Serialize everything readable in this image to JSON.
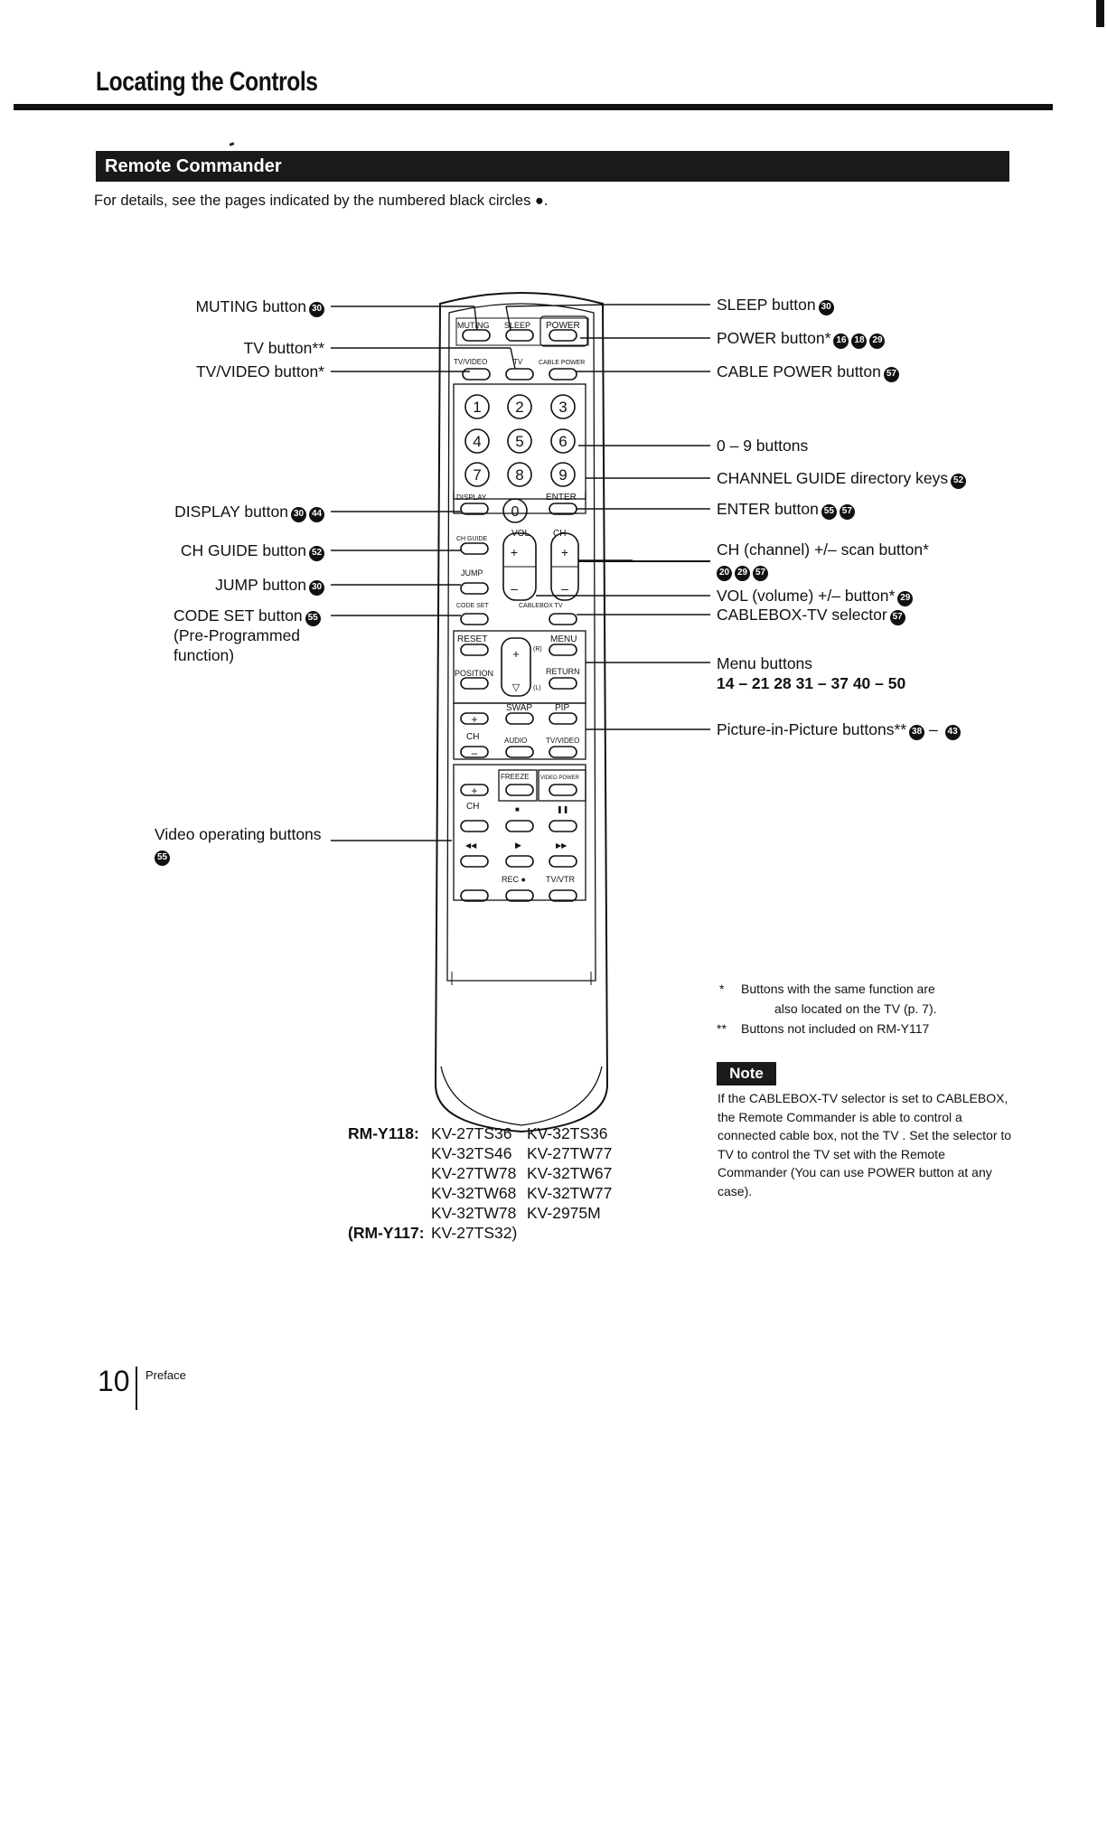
{
  "page": {
    "title": "Locating the Controls",
    "section_title": "Remote Commander",
    "intro": "For details, see the pages indicated by the numbered black circles ●.",
    "page_number": "10",
    "page_section": "Preface"
  },
  "left_callouts": [
    {
      "id": "muting",
      "text": "MUTING button",
      "badges": [
        "30"
      ]
    },
    {
      "id": "tv",
      "text": "TV button**",
      "badges": []
    },
    {
      "id": "tvvideo",
      "text": "TV/VIDEO button*",
      "badges": []
    },
    {
      "id": "display",
      "text": "DISPLAY button",
      "badges": [
        "30",
        "44"
      ]
    },
    {
      "id": "chguide",
      "text": "CH GUIDE button",
      "badges": [
        "52"
      ]
    },
    {
      "id": "jump",
      "text": "JUMP button",
      "badges": [
        "30"
      ]
    },
    {
      "id": "codeset",
      "text": "CODE SET button",
      "badges": [
        "55"
      ]
    },
    {
      "id": "codeset2",
      "text": "(Pre-Programmed",
      "badges": []
    },
    {
      "id": "codeset3",
      "text": "function)",
      "badges": []
    },
    {
      "id": "video",
      "text": "Video operating buttons",
      "badges": []
    },
    {
      "id": "video2",
      "text": "",
      "badges": [
        "55"
      ]
    }
  ],
  "right_callouts": [
    {
      "id": "sleep",
      "text": "SLEEP button",
      "badges": [
        "30"
      ]
    },
    {
      "id": "power",
      "text": "POWER button*",
      "badges": [
        "16",
        "18",
        "29"
      ]
    },
    {
      "id": "cablepower",
      "text": "CABLE POWER button",
      "badges": [
        "57"
      ]
    },
    {
      "id": "digits",
      "text": "0 – 9 buttons",
      "badges": []
    },
    {
      "id": "changuide",
      "text": "CHANNEL GUIDE directory keys",
      "badges": [
        "52"
      ]
    },
    {
      "id": "enter",
      "text": "ENTER button",
      "badges": [
        "55",
        "57"
      ]
    },
    {
      "id": "ch",
      "text": "CH (channel) +/– scan button*",
      "badges": []
    },
    {
      "id": "ch2",
      "text": "",
      "badges": [
        "20",
        "29",
        "57"
      ]
    },
    {
      "id": "vol",
      "text": "VOL (volume) +/– button*",
      "badges": [
        "29"
      ]
    },
    {
      "id": "cablebox",
      "text": "CABLEBOX-TV selector",
      "badges": [
        "57"
      ]
    },
    {
      "id": "menu",
      "text": "Menu buttons",
      "badges": []
    },
    {
      "id": "menu2",
      "text": "14 – 21 28 31 – 37 40 – 50",
      "badges": []
    },
    {
      "id": "pip",
      "text": "Picture-in-Picture buttons**",
      "badges": [
        "38",
        "43"
      ]
    }
  ],
  "remote": {
    "muting": "MUTING",
    "sleep": "SLEEP",
    "power": "POWER",
    "tvvideo": "TV/VIDEO",
    "tv": "TV",
    "cablepower": "CABLE POWER",
    "digits": [
      "1",
      "2",
      "3",
      "4",
      "5",
      "6",
      "7",
      "8",
      "9"
    ],
    "zero": "0",
    "display": "DISPLAY",
    "enter": "ENTER",
    "vol": "VOL",
    "ch": "CH",
    "chguide": "CH GUIDE",
    "jump": "JUMP",
    "codeset": "CODE SET",
    "cableboxtv": "CABLEBOX TV",
    "reset": "RESET",
    "menu": "MENU",
    "position": "POSITION",
    "return": "RETURN",
    "r": "(R)",
    "l": "(L)",
    "swap": "SWAP",
    "pip": "PIP",
    "ch_pip": "CH",
    "audio": "AUDIO",
    "tvvideo2": "TV/VIDEO",
    "freeze": "FREEZE",
    "videopower": "VIDEO POWER",
    "ch_vtr": "CH",
    "stop": "■",
    "pause": "❚❚",
    "rew": "◀◀",
    "play": "▶",
    "ff": "▶▶",
    "rec": "REC ●",
    "tvvtr": "TV/VTR"
  },
  "footnotes": {
    "star": "*",
    "star_text": "Buttons with the same function are",
    "star_text2": "also located on the TV (p. 7).",
    "dstar": "**",
    "dstar_text": "Buttons not included on RM-Y117"
  },
  "note": {
    "badge": "Note",
    "text": "If the CABLEBOX-TV selector is set to CABLEBOX, the Remote Commander is able to control a connected cable box, not the TV . Set the selector to TV to control the TV set with the Remote Commander (You can use POWER button at any case)."
  },
  "models": {
    "label1": "RM-Y118:",
    "label2": "(RM-Y117:",
    "rows": [
      [
        "KV-27TS36",
        "KV-32TS36"
      ],
      [
        "KV-32TS46",
        "KV-27TW77"
      ],
      [
        "KV-27TW78",
        "KV-32TW67"
      ],
      [
        "KV-32TW68",
        "KV-32TW77"
      ],
      [
        "KV-32TW78",
        "KV-2975M"
      ]
    ],
    "y117": "KV-27TS32)"
  }
}
